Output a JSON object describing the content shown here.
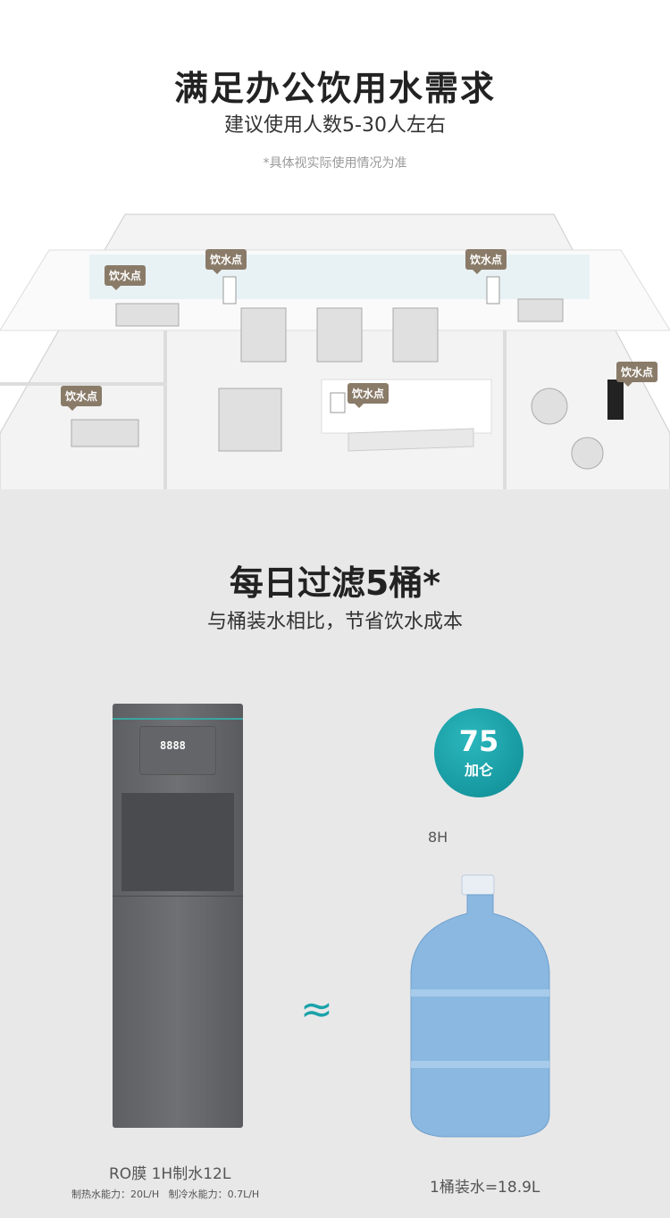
{
  "section1": {
    "title": "满足办公饮用水需求",
    "subtitle": "建议使用人数5-30人左右",
    "note": "*具体视实际使用情况为准",
    "tags": [
      "饮水点",
      "饮水点",
      "饮水点",
      "饮水点",
      "饮水点",
      "饮水点"
    ]
  },
  "section2": {
    "title": "每日过滤5桶*",
    "subtitle": "与桶装水相比，节省饮水成本",
    "badge_value": "75",
    "badge_unit": "加仑",
    "hours": "8H",
    "approx": "≈",
    "machine_label": "RO膜 1H制水12L",
    "machine_spec": "制热水能力：20L/H   制冷水能力：0.7L/H",
    "bottle_label": "1桶装水=18.9L",
    "display": "8888"
  },
  "colors": {
    "accent": "#1aa3a9",
    "tag": "#8a7b69",
    "bg": "#e9e8e9"
  }
}
